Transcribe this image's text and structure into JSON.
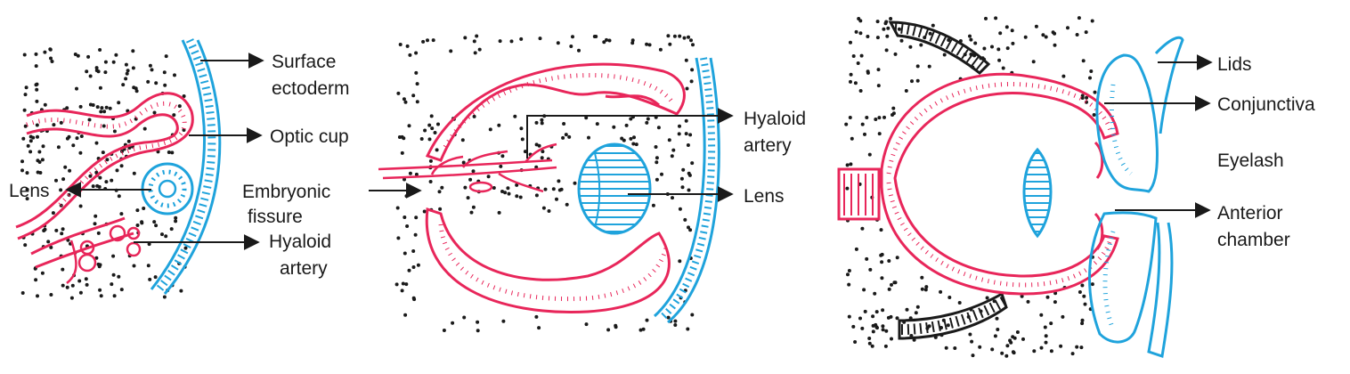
{
  "colors": {
    "neural": "#e8265a",
    "ectoderm": "#1fa3dc",
    "lid": "#1a1a1a",
    "mesenchyme": "#1a1a1a",
    "text": "#1a1a1a",
    "background": "#ffffff"
  },
  "panel1": {
    "surface_ectoderm": [
      "Surface",
      "ectoderm"
    ],
    "optic_cup": "Optic cup",
    "lens": "Lens",
    "hyaloid_artery": [
      "Hyaloid",
      "artery"
    ]
  },
  "panel2": {
    "embryonic_fissure": [
      "Embryonic",
      "fissure"
    ],
    "hyaloid_artery": [
      "Hyaloid",
      "artery"
    ],
    "lens": "Lens"
  },
  "panel3": {
    "lids": "Lids",
    "conjunctiva": "Conjunctiva",
    "eyelash": "Eyelash",
    "anterior_chamber": [
      "Anterior",
      "chamber"
    ]
  }
}
